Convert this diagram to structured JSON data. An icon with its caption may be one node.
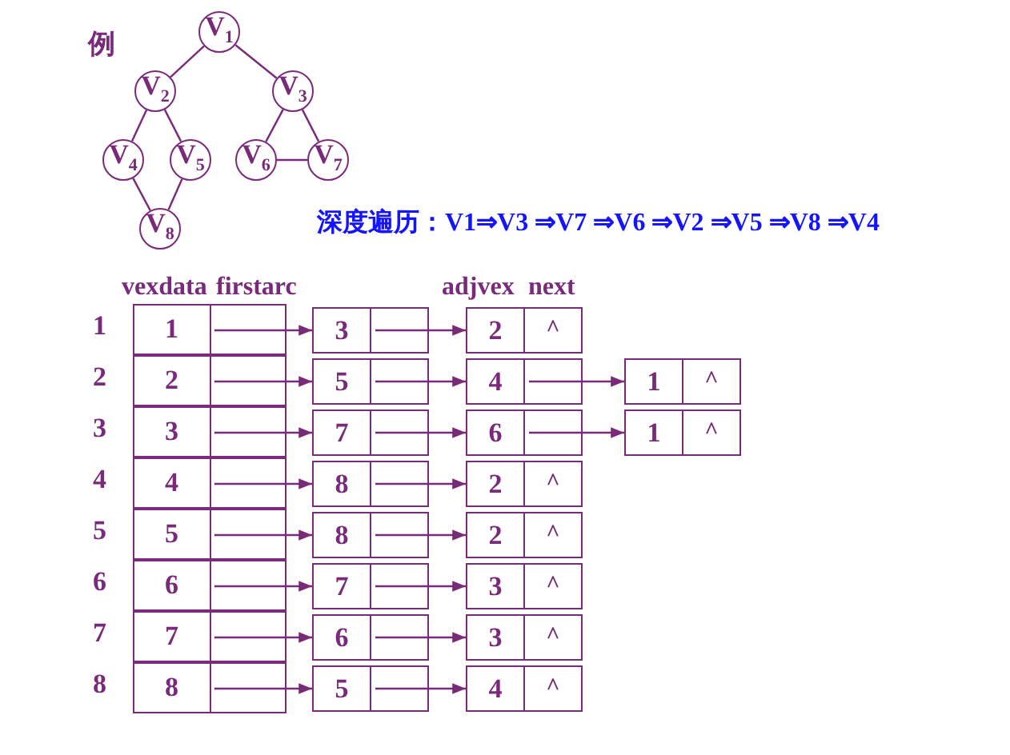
{
  "diagram": {
    "nodes": [
      {
        "text": [
          "V$_{1}$"
        ]
      },
      {
        "text": [
          "V$_{2}$"
        ]
      },
      {
        "text": [
          "V$_{3}$"
        ]
      },
      {
        "text": [
          "V$_{4}$"
        ]
      },
      {
        "text": [
          "V$_{5}$"
        ]
      },
      {
        "text": [
          "V$_{6}$"
        ]
      },
      {
        "text": [
          "V$_{7}$"
        ]
      },
      {
        "text": [
          "V$_{8}$"
        ]
      },
      {
        "text": [
          "1"
        ],
        "beside": [
          "1"
        ]
      },
      {
        "text": [
          "2"
        ],
        "beside": [
          "2"
        ]
      },
      {
        "text": [
          "3"
        ],
        "beside": [
          "3"
        ]
      },
      {
        "text": [
          "4"
        ],
        "beside": [
          "4"
        ]
      },
      {
        "text": [
          "5"
        ],
        "beside": [
          "5"
        ]
      },
      {
        "text": [
          "6"
        ],
        "beside": [
          "6"
        ]
      },
      {
        "text": [
          "7"
        ],
        "beside": [
          "7"
        ]
      },
      {
        "text": [
          "8"
        ],
        "beside": [
          "8"
        ]
      },
      {
        "text": [
          "3"
        ]
      },
      {
        "text": [
          "2",
          "^"
        ]
      },
      {
        "text": [
          "5"
        ]
      },
      {
        "text": [
          "4"
        ]
      },
      {
        "text": [
          "1",
          "^"
        ]
      },
      {
        "text": [
          "7"
        ]
      },
      {
        "text": [
          "6"
        ]
      },
      {
        "text": [
          "1",
          "^"
        ]
      },
      {
        "text": [
          "8"
        ]
      },
      {
        "text": [
          "2",
          "^"
        ]
      },
      {
        "text": [
          "8"
        ]
      },
      {
        "text": [
          "2",
          "^"
        ]
      },
      {
        "text": [
          "7"
        ]
      },
      {
        "text": [
          "3",
          "^"
        ]
      },
      {
        "text": [
          "6"
        ]
      },
      {
        "text": [
          "3",
          "^"
        ]
      },
      {
        "text": [
          "5"
        ]
      },
      {
        "text": [
          "4",
          "^"
        ]
      }
    ],
    "edges": [
      {
        "from": 0,
        "to": 1,
        "arrow": "none"
      },
      {
        "from": 0,
        "to": 2,
        "arrow": "none"
      },
      {
        "from": 1,
        "to": 3,
        "arrow": "none"
      },
      {
        "from": 1,
        "to": 4,
        "arrow": "none"
      },
      {
        "from": 2,
        "to": 5,
        "arrow": "none"
      },
      {
        "from": 2,
        "to": 6,
        "arrow": "none"
      },
      {
        "from": 5,
        "to": 6,
        "arrow": "none"
      },
      {
        "from": 3,
        "to": 7,
        "arrow": "none"
      },
      {
        "from": 4,
        "to": 7,
        "arrow": "none"
      },
      {
        "from": 8,
        "to": 16,
        "arrow": "to"
      },
      {
        "from": 16,
        "to": 17,
        "arrow": "to"
      },
      {
        "from": 9,
        "to": 18,
        "arrow": "to"
      },
      {
        "from": 18,
        "to": 19,
        "arrow": "to"
      },
      {
        "from": 19,
        "to": 20,
        "arrow": "to"
      },
      {
        "from": 10,
        "to": 21,
        "arrow": "to"
      },
      {
        "from": 21,
        "to": 22,
        "arrow": "to"
      },
      {
        "from": 22,
        "to": 23,
        "arrow": "to"
      },
      {
        "from": 11,
        "to": 24,
        "arrow": "to"
      },
      {
        "from": 24,
        "to": 25,
        "arrow": "to"
      },
      {
        "from": 12,
        "to": 26,
        "arrow": "to"
      },
      {
        "from": 26,
        "to": 27,
        "arrow": "to"
      },
      {
        "from": 13,
        "to": 28,
        "arrow": "to"
      },
      {
        "from": 28,
        "to": 29,
        "arrow": "to"
      },
      {
        "from": 14,
        "to": 30,
        "arrow": "to"
      },
      {
        "from": 30,
        "to": 31,
        "arrow": "to"
      },
      {
        "from": 15,
        "to": 32,
        "arrow": "to"
      },
      {
        "from": 32,
        "to": 33,
        "arrow": "to"
      }
    ],
    "labels": [
      "例",
      "深度遍历：V1⇒V3 ⇒V7 ⇒V6 ⇒V2 ⇒V5 ⇒V8 ⇒V4",
      "vexdata",
      "firstarc",
      "adjvex",
      "next"
    ]
  }
}
